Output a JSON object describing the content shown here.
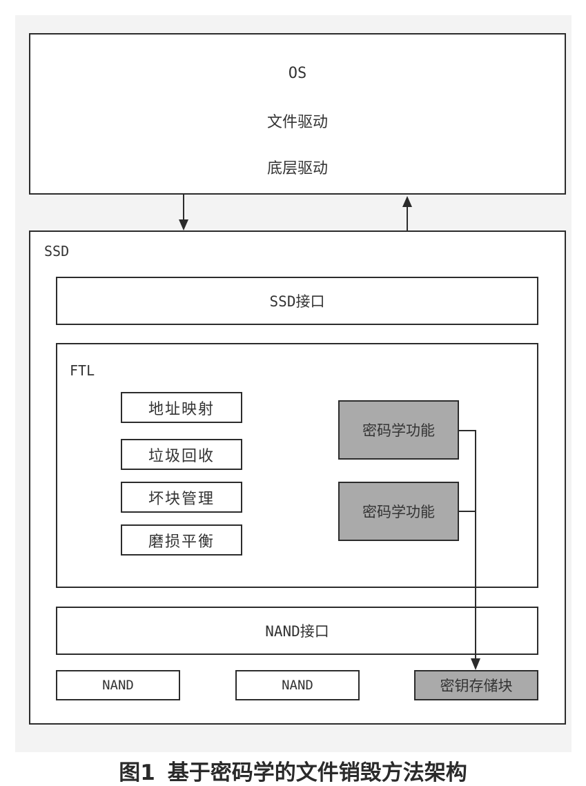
{
  "os": {
    "title": "OS",
    "line1": "文件驱动",
    "line2": "底层驱动"
  },
  "ssd": {
    "label": "SSD",
    "interface_top": "SSD接口",
    "ftl": {
      "label": "FTL",
      "functions": [
        "地址映射",
        "垃圾回收",
        "坏块管理",
        "磨损平衡"
      ],
      "crypto": [
        "密码学功能",
        "密码学功能"
      ]
    },
    "interface_bottom": "NAND接口",
    "nand": [
      "NAND",
      "NAND"
    ],
    "key_store": "密钥存储块"
  },
  "caption": {
    "number": "图1",
    "title": "基于密码学的文件销毁方法架构"
  }
}
